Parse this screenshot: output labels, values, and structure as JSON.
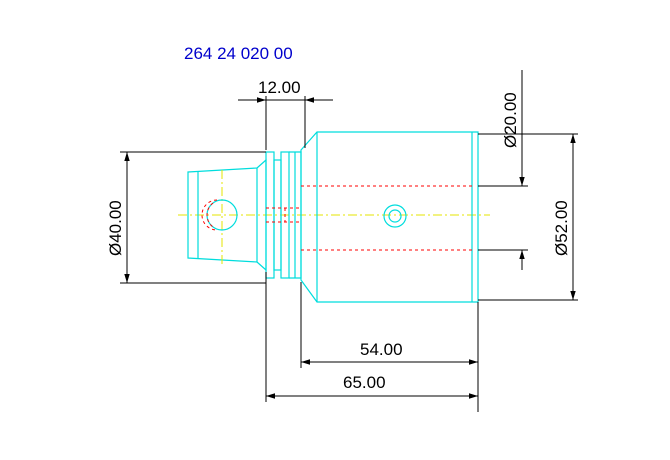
{
  "part_number": "264 24 020 00",
  "dimensions": {
    "width_12": "12.00",
    "dia_20": "Ø20.00",
    "dia_40": "Ø40.00",
    "dia_52": "Ø52.00",
    "length_54": "54.00",
    "length_65": "65.00"
  },
  "colors": {
    "outline": "#00dddd",
    "dimension": "#000000",
    "hidden": "#ff0000",
    "centerline": "#e6e600",
    "title": "#0000cc"
  }
}
